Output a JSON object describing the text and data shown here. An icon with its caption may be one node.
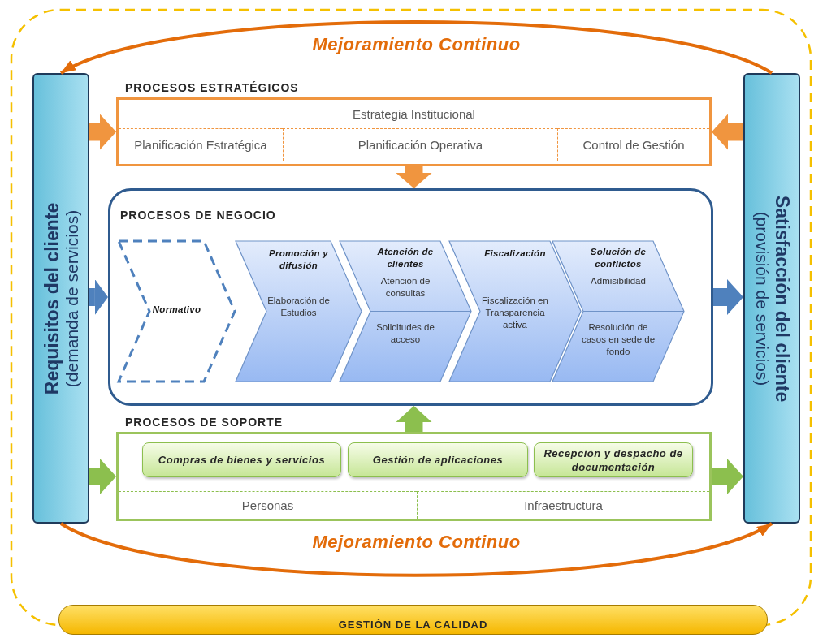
{
  "diagram": {
    "nodes": [
      {
        "text": [
          "Requisitos del cliente",
          "(demanda de servicios)"
        ]
      },
      {
        "text": [
          "Satisfacción del cliente",
          "(provisión de servicios)"
        ]
      },
      {
        "text": [
          "PROCESOS ESTRATÉGICOS"
        ]
      },
      {
        "text": [
          "Estrategia Institucional"
        ],
        "in": 2
      },
      {
        "text": [
          "Planificación Estratégica"
        ],
        "in": 2
      },
      {
        "text": [
          "Planificación Operativa"
        ],
        "in": 2
      },
      {
        "text": [
          "Control de Gestión"
        ],
        "in": 2
      },
      {
        "text": [
          "PROCESOS DE NEGOCIO"
        ]
      },
      {
        "text": [
          "Normativo"
        ],
        "in": 7
      },
      {
        "text": [
          "Promoción y difusión",
          "Elaboración de Estudios"
        ],
        "in": 7
      },
      {
        "text": [
          "Atención de clientes",
          "Atención de consultas",
          "Solicitudes de acceso"
        ],
        "in": 7
      },
      {
        "text": [
          "Fiscalización",
          "Fiscalización en Transparencia activa"
        ],
        "in": 7
      },
      {
        "text": [
          "Solución de conflictos",
          "Admisibilidad",
          "Resolución de casos en sede de fondo"
        ],
        "in": 7
      },
      {
        "text": [
          "PROCESOS DE SOPORTE"
        ]
      },
      {
        "text": [
          "Compras de bienes y servicios"
        ],
        "in": 13
      },
      {
        "text": [
          "Gestión de aplicaciones"
        ],
        "in": 13
      },
      {
        "text": [
          "Recepción y despacho de documentación"
        ],
        "in": 13
      },
      {
        "text": [
          "Personas"
        ],
        "in": 13
      },
      {
        "text": [
          "Infraestructura"
        ],
        "in": 13
      },
      {
        "text": [
          "GESTIÓN DE LA CALIDAD"
        ]
      }
    ],
    "edges": [
      {
        "from": 1,
        "to": 0,
        "arrow": "to",
        "label": "Mejoramiento Continuo",
        "color": "#e36c0a"
      },
      {
        "from": 0,
        "to": 2,
        "arrow": "to",
        "color": "#f0953f"
      },
      {
        "from": 1,
        "to": 2,
        "arrow": "to",
        "color": "#f0953f"
      },
      {
        "from": 2,
        "to": 7,
        "arrow": "to",
        "color": "#f0953f"
      },
      {
        "from": 0,
        "to": 7,
        "arrow": "to",
        "color": "#4f81bd"
      },
      {
        "from": 7,
        "to": 1,
        "arrow": "to",
        "color": "#4f81bd"
      },
      {
        "from": 13,
        "to": 7,
        "arrow": "to",
        "color": "#8cbf4e"
      },
      {
        "from": 0,
        "to": 13,
        "arrow": "to",
        "color": "#8cbf4e"
      },
      {
        "from": 13,
        "to": 1,
        "arrow": "to",
        "color": "#8cbf4e"
      },
      {
        "from": 0,
        "to": 1,
        "arrow": "to",
        "label": "Mejoramiento Continuo",
        "color": "#e36c0a"
      }
    ]
  }
}
